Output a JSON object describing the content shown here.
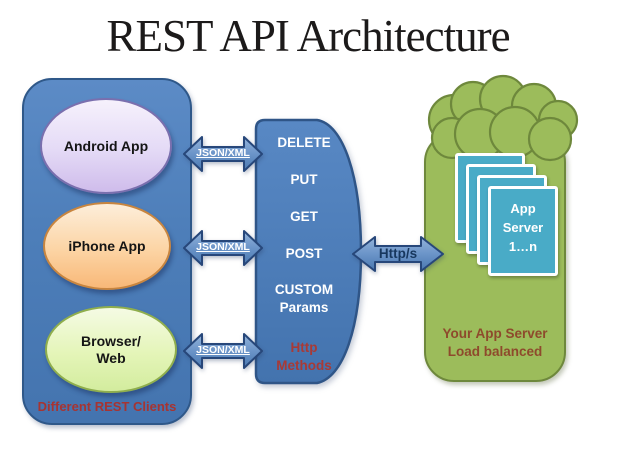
{
  "title": "REST API Architecture",
  "clients_panel": {
    "caption": "Different REST Clients",
    "clients": [
      {
        "label": "Android App"
      },
      {
        "label": "iPhone App"
      },
      {
        "label": "Browser/\nWeb"
      }
    ]
  },
  "middle": {
    "methods": [
      {
        "label": "DELETE"
      },
      {
        "label": "PUT"
      },
      {
        "label": "GET"
      },
      {
        "label": "POST"
      },
      {
        "label": "CUSTOM\nParams"
      }
    ],
    "caption": "Http\nMethods"
  },
  "connections": {
    "json_xml": [
      {
        "label": "JSON/XML"
      },
      {
        "label": "JSON/XML"
      },
      {
        "label": "JSON/XML"
      }
    ],
    "http": {
      "label": "Http/s"
    }
  },
  "server_panel": {
    "stack_label": "App\nServer\n1…n",
    "caption": "Your App Server\nLoad balanced"
  },
  "colors": {
    "panel_blue": "#4d7eb9",
    "panel_blue_border": "#2f5889",
    "server_green": "#9cbc5b",
    "server_green_border": "#6e883c",
    "card_teal": "#49abc7",
    "caption_red": "#a63432",
    "caption_brown": "#8e4a2c",
    "http_label_navy": "#17375e",
    "android_fill": "#e4daf6",
    "iphone_fill": "#fcd4a4",
    "browser_fill": "#e4f5b8"
  }
}
